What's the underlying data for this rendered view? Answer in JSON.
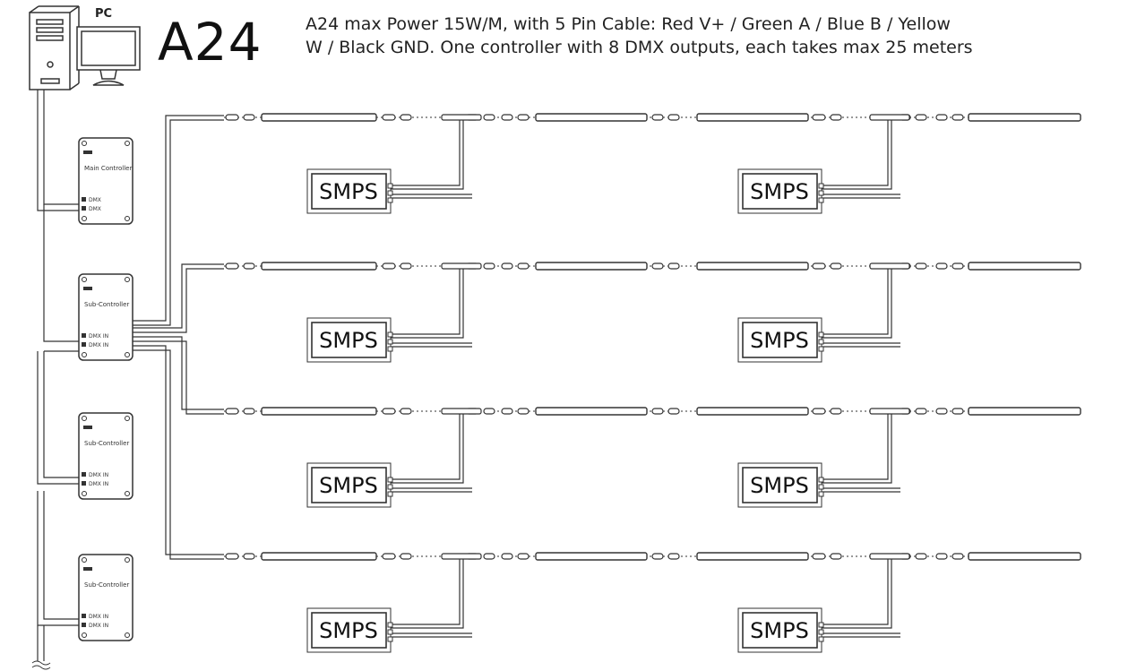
{
  "pc_label": "PC",
  "model": "A24",
  "description": {
    "line1": "A24 max Power 15W/M, with 5 Pin Cable: Red V+ / Green A / Blue B / Yellow",
    "line2": "W / Black GND. One controller with 8 DMX outputs, each takes max 25 meters"
  },
  "controllers": [
    {
      "title": "Main Controller",
      "port_label_1": "DMX",
      "port_label_2": "DMX"
    },
    {
      "title": "Sub-Controller",
      "port_label_1": "DMX IN",
      "port_label_2": "DMX IN"
    },
    {
      "title": "Sub-Controller",
      "port_label_1": "DMX IN",
      "port_label_2": "DMX IN"
    },
    {
      "title": "Sub-Controller",
      "port_label_1": "DMX IN",
      "port_label_2": "DMX IN"
    }
  ],
  "power_supply_label": "SMPS",
  "colors": {
    "line": "#333333",
    "background": "#ffffff"
  }
}
